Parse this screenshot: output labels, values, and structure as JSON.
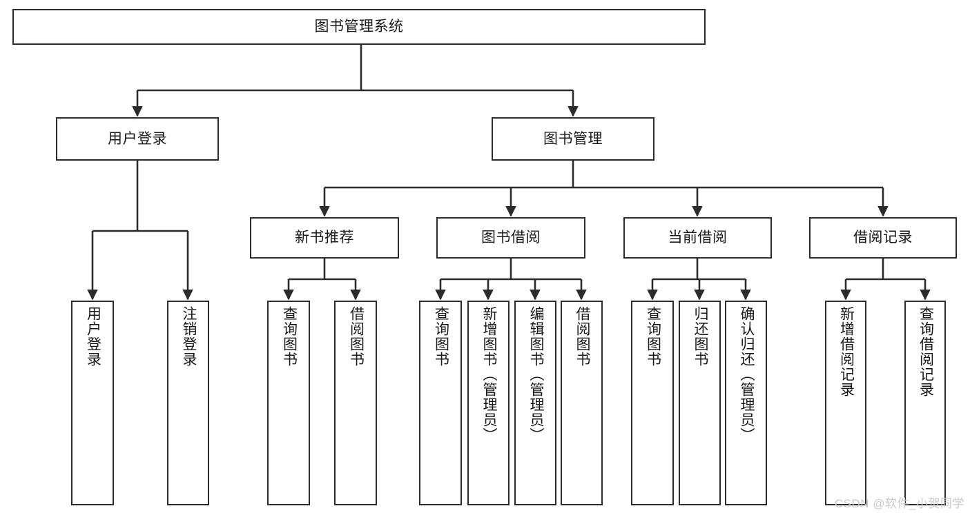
{
  "diagram": {
    "type": "tree-hierarchy",
    "title": "图书管理系统",
    "orientation": "top-down",
    "edge_style": "orthogonal-arrow",
    "colors": {
      "box_border": "#2b2b2b",
      "box_fill": "#ffffff",
      "edge": "#2b2b2b",
      "text": "#1a1a1a",
      "watermark": "#c9c9c9",
      "background": "#ffffff"
    }
  },
  "nodes": {
    "root": {
      "label": "图书管理系统",
      "level": 0
    },
    "level1": [
      {
        "id": "user-login",
        "label": "用户登录"
      },
      {
        "id": "book-manage",
        "label": "图书管理"
      }
    ],
    "level2": [
      {
        "id": "new-book-recommend",
        "label": "新书推荐",
        "parent": "book-manage"
      },
      {
        "id": "book-borrow",
        "label": "图书借阅",
        "parent": "book-manage"
      },
      {
        "id": "current-borrow",
        "label": "当前借阅",
        "parent": "book-manage"
      },
      {
        "id": "borrow-record",
        "label": "借阅记录",
        "parent": "book-manage"
      }
    ],
    "leaves": [
      {
        "id": "leaf-user-login",
        "label": "用户登录",
        "parent": "user-login"
      },
      {
        "id": "leaf-logout",
        "label": "注销登录",
        "parent": "user-login"
      },
      {
        "id": "leaf-query-book-1",
        "label": "查询图书",
        "parent": "new-book-recommend"
      },
      {
        "id": "leaf-borrow-book-1",
        "label": "借阅图书",
        "parent": "new-book-recommend"
      },
      {
        "id": "leaf-query-book-2",
        "label": "查询图书",
        "parent": "book-borrow"
      },
      {
        "id": "leaf-add-book",
        "label": "新增图书（管理员）",
        "parent": "book-borrow"
      },
      {
        "id": "leaf-edit-book",
        "label": "编辑图书（管理员）",
        "parent": "book-borrow"
      },
      {
        "id": "leaf-borrow-book-2",
        "label": "借阅图书",
        "parent": "book-borrow"
      },
      {
        "id": "leaf-query-book-3",
        "label": "查询图书",
        "parent": "current-borrow"
      },
      {
        "id": "leaf-return-book",
        "label": "归还图书",
        "parent": "current-borrow"
      },
      {
        "id": "leaf-confirm-return",
        "label": "确认归还（管理员）",
        "parent": "current-borrow"
      },
      {
        "id": "leaf-add-record",
        "label": "新增借阅记录",
        "parent": "borrow-record"
      },
      {
        "id": "leaf-query-record",
        "label": "查询借阅记录",
        "parent": "borrow-record"
      }
    ]
  },
  "watermark": {
    "text": "CSDN @软件_小贺同学"
  }
}
